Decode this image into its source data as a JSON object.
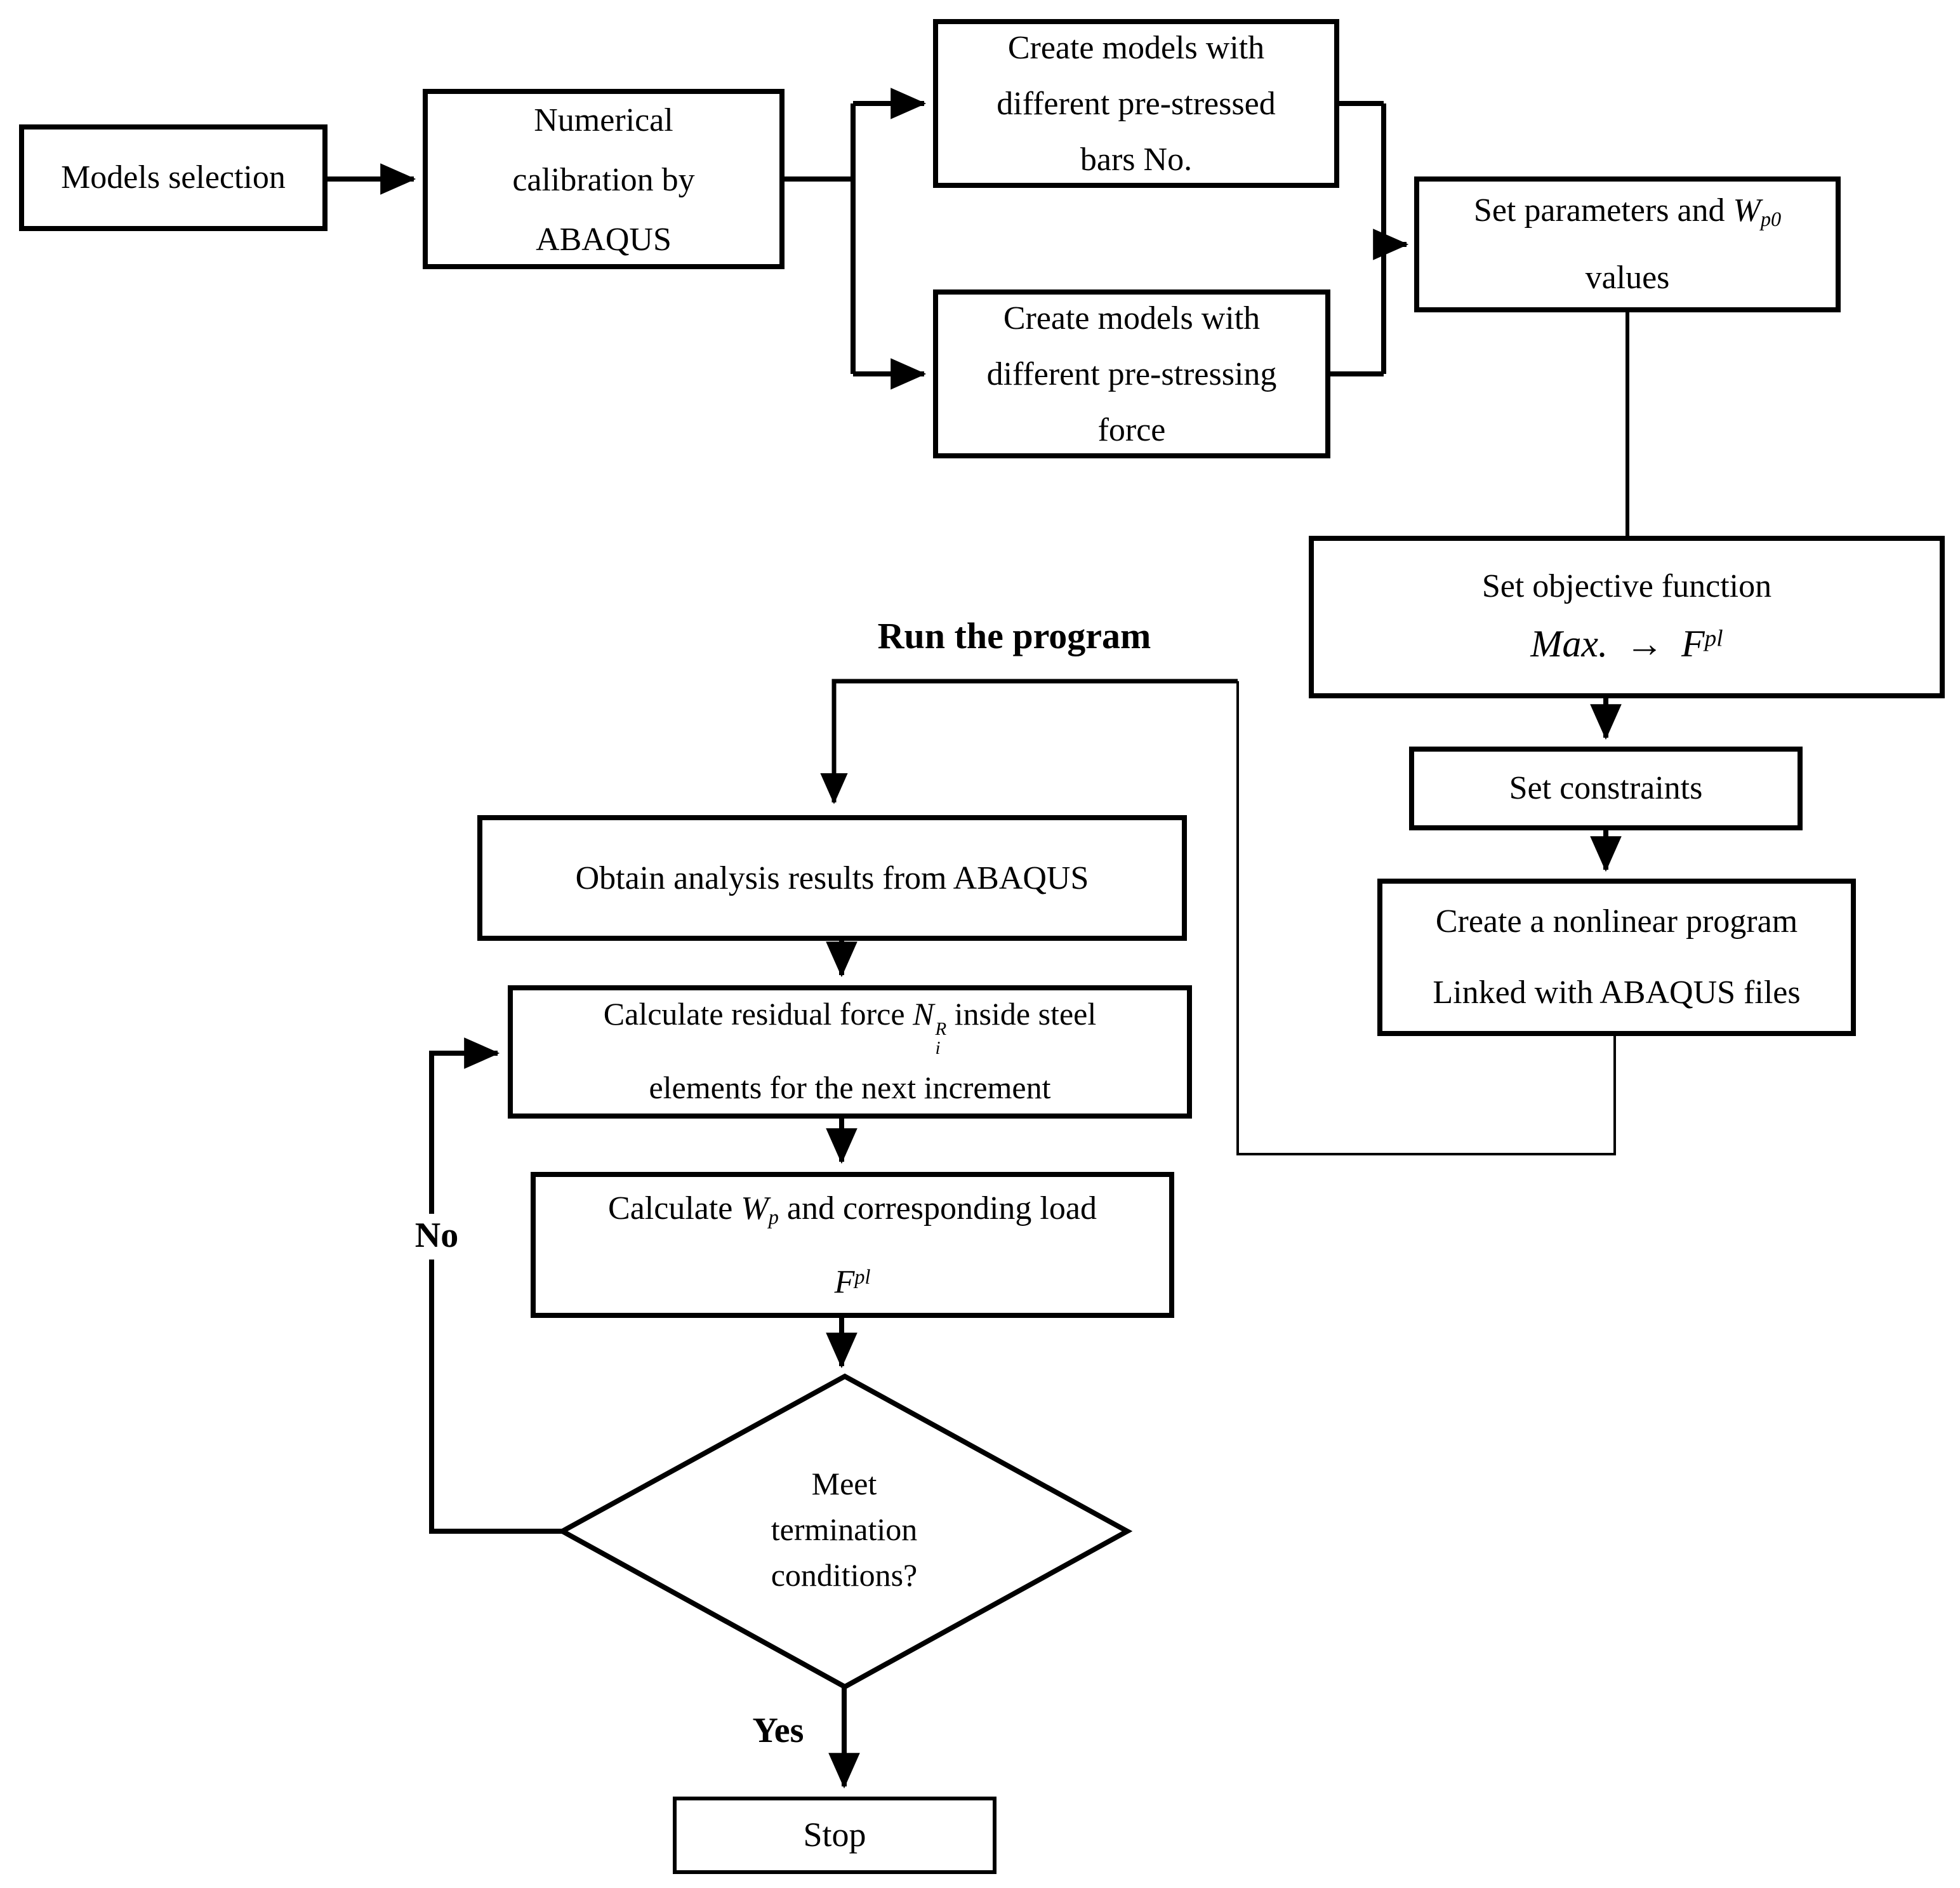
{
  "colors": {
    "line": "#000000",
    "background": "#ffffff"
  },
  "nodes": {
    "models": {
      "label": "Models selection"
    },
    "numerical": {
      "lines": [
        "Numerical",
        "calibration by",
        "ABAQUS"
      ]
    },
    "bars_no": {
      "lines": [
        "Create models with",
        "different pre-stressed",
        "bars No."
      ]
    },
    "force": {
      "lines": [
        "Create models with",
        "different pre-stressing",
        "force"
      ]
    },
    "set_params": {
      "line1_pre": "Set parameters and ",
      "sym": "W",
      "sub": "p0",
      "line2": "values"
    },
    "objective": {
      "line1": "Set objective function",
      "max": "Max.",
      "arrow": "→",
      "sym": "F",
      "sup": "pl"
    },
    "constraints": {
      "label": "Set constraints"
    },
    "nonlinear": {
      "lines": [
        "Create a nonlinear program",
        "Linked with ABAQUS files"
      ]
    },
    "obtain": {
      "label": "Obtain analysis results from ABAQUS"
    },
    "residual": {
      "line1_pre": "Calculate residual force ",
      "sym": "N",
      "sub": "i",
      "sup": "R",
      "line1_post": " inside steel",
      "line2": "elements for the next increment"
    },
    "calc_wp": {
      "line1_pre": "Calculate ",
      "sym": "W",
      "sub": "p",
      "line1_post": " and corresponding load",
      "sym2": "F",
      "sup2": "pl"
    },
    "decision": {
      "lines": [
        "Meet",
        "termination",
        "conditions?"
      ]
    },
    "stop": {
      "label": "Stop"
    }
  },
  "labels": {
    "run": "Run the program",
    "no": "No",
    "yes": "Yes"
  }
}
